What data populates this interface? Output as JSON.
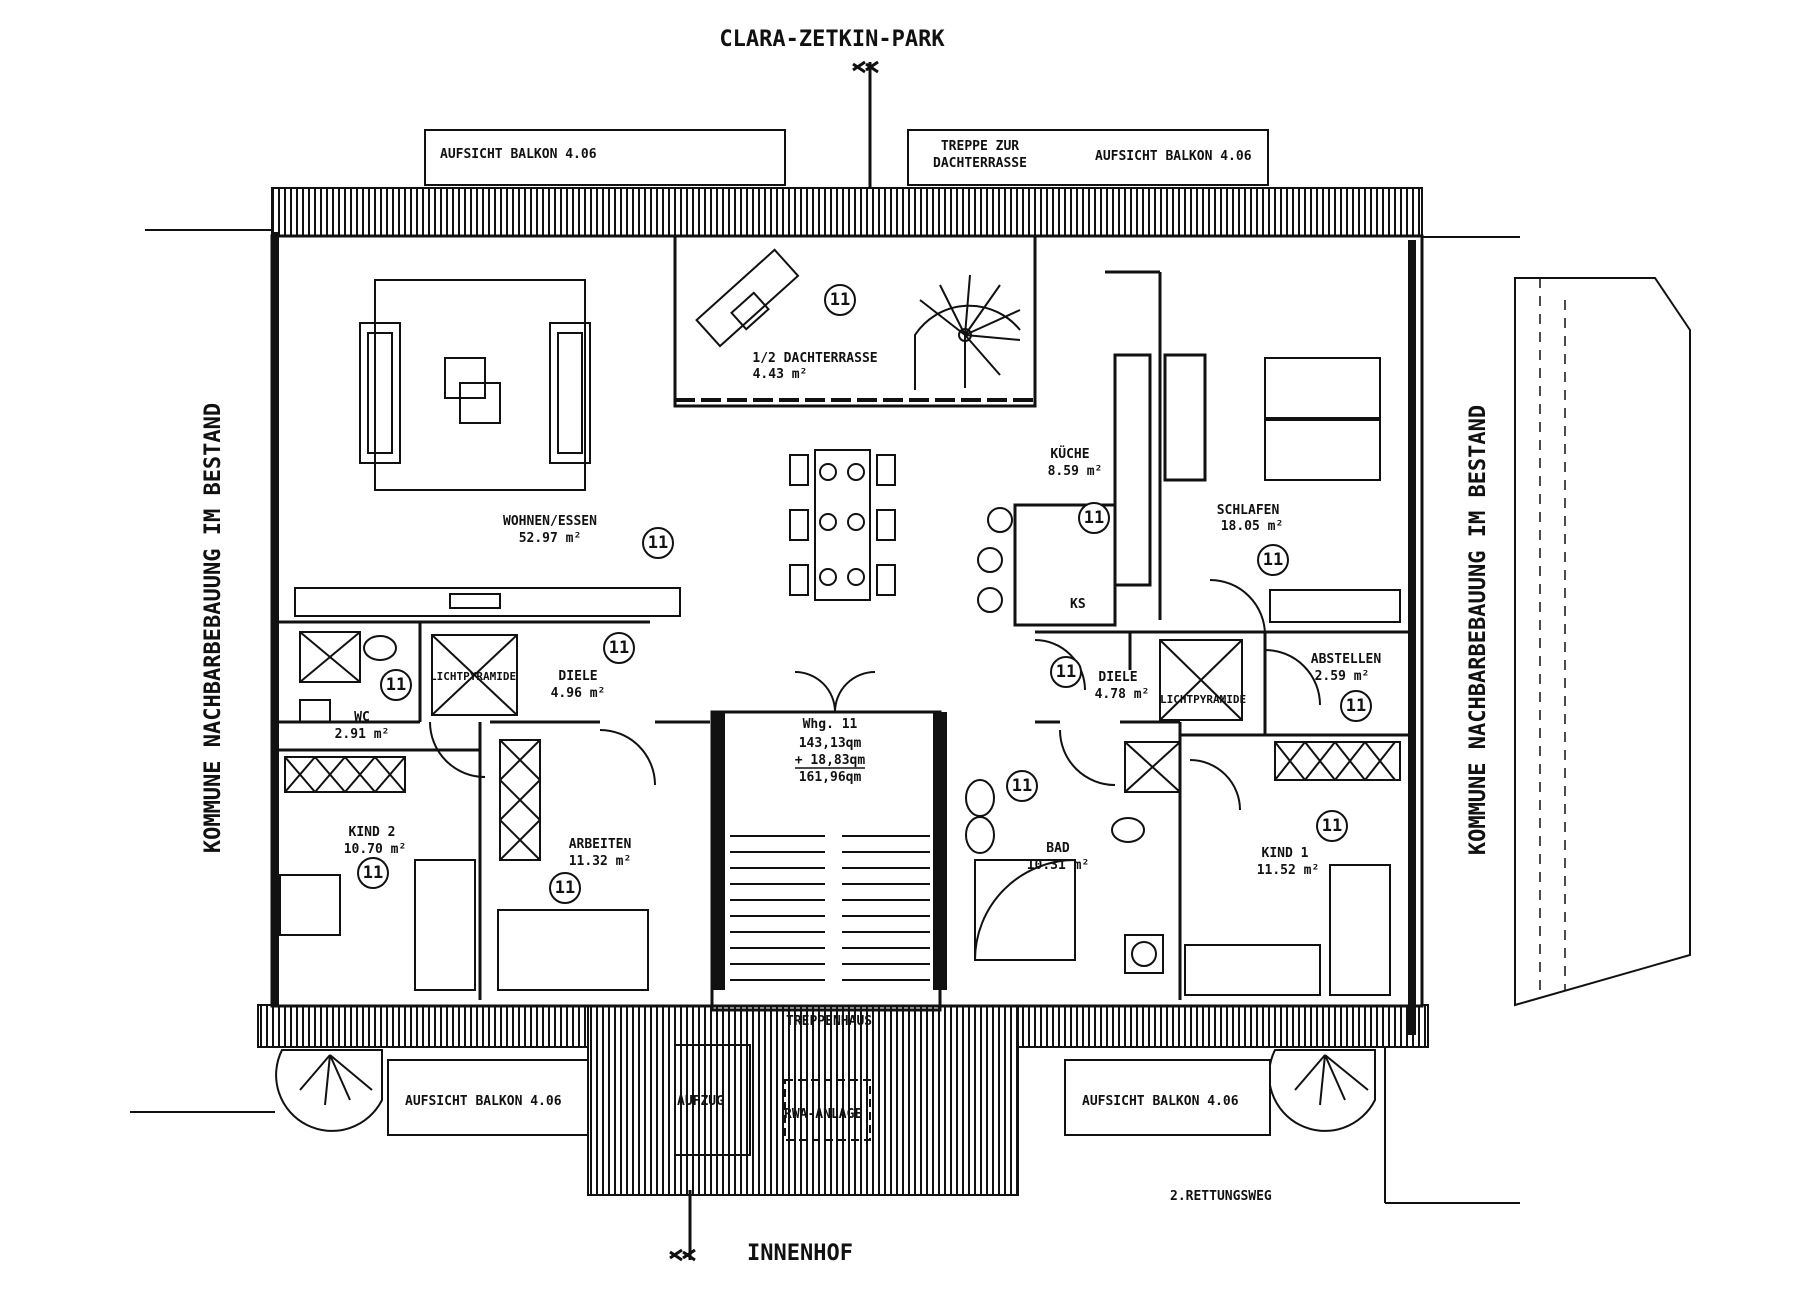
{
  "labels": {
    "north": "CLARA-ZETKIN-PARK",
    "south": "INNENHOF",
    "west": "KOMMUNE NACHBARBEBAUUNG IM BESTAND",
    "east": "KOMMUNE NACHBARBEBAUUNG IM BESTAND",
    "balcony": "AUFSICHT BALKON 4.06",
    "stair_to_roof": [
      "TREPPE ZUR",
      "DACHTERRASSE"
    ],
    "escape_route": "2.RETTUNGSWEG",
    "stairwell": "TREPPENHAUS",
    "elevator": "AUFZUG",
    "smoke_vent": "RWA-ANLAGE",
    "light_pyramid_1": "LICHTPYRAMIDE",
    "light_pyramid_2": "LICHTPYRAMIDE",
    "fridge": "KS"
  },
  "unit": {
    "name": "Whg. 11",
    "area_1": "143,13qm",
    "area_2": "+ 18,83qm",
    "total": "161,96qm"
  },
  "unit_marker": "11",
  "rooms": [
    {
      "id": "wohnen",
      "name": "WOHNEN/ESSEN",
      "area": "52.97 m²"
    },
    {
      "id": "dachterrasse",
      "name": "1/2 DACHTERRASSE",
      "area": "4.43 m²"
    },
    {
      "id": "kueche",
      "name": "KÜCHE",
      "area": "8.59 m²"
    },
    {
      "id": "schlafen",
      "name": "SCHLAFEN",
      "area": "18.05 m²"
    },
    {
      "id": "diele1",
      "name": "DIELE",
      "area": "4.96 m²"
    },
    {
      "id": "wc",
      "name": "WC",
      "area": "2.91 m²"
    },
    {
      "id": "diele2",
      "name": "DIELE",
      "area": "4.78 m²"
    },
    {
      "id": "abstellen",
      "name": "ABSTELLEN",
      "area": "2.59 m²"
    },
    {
      "id": "kind2",
      "name": "KIND 2",
      "area": "10.70 m²"
    },
    {
      "id": "arbeiten",
      "name": "ARBEITEN",
      "area": "11.32 m²"
    },
    {
      "id": "bad",
      "name": "BAD",
      "area": "10.31 m²"
    },
    {
      "id": "kind1",
      "name": "KIND 1",
      "area": "11.52 m²"
    }
  ]
}
